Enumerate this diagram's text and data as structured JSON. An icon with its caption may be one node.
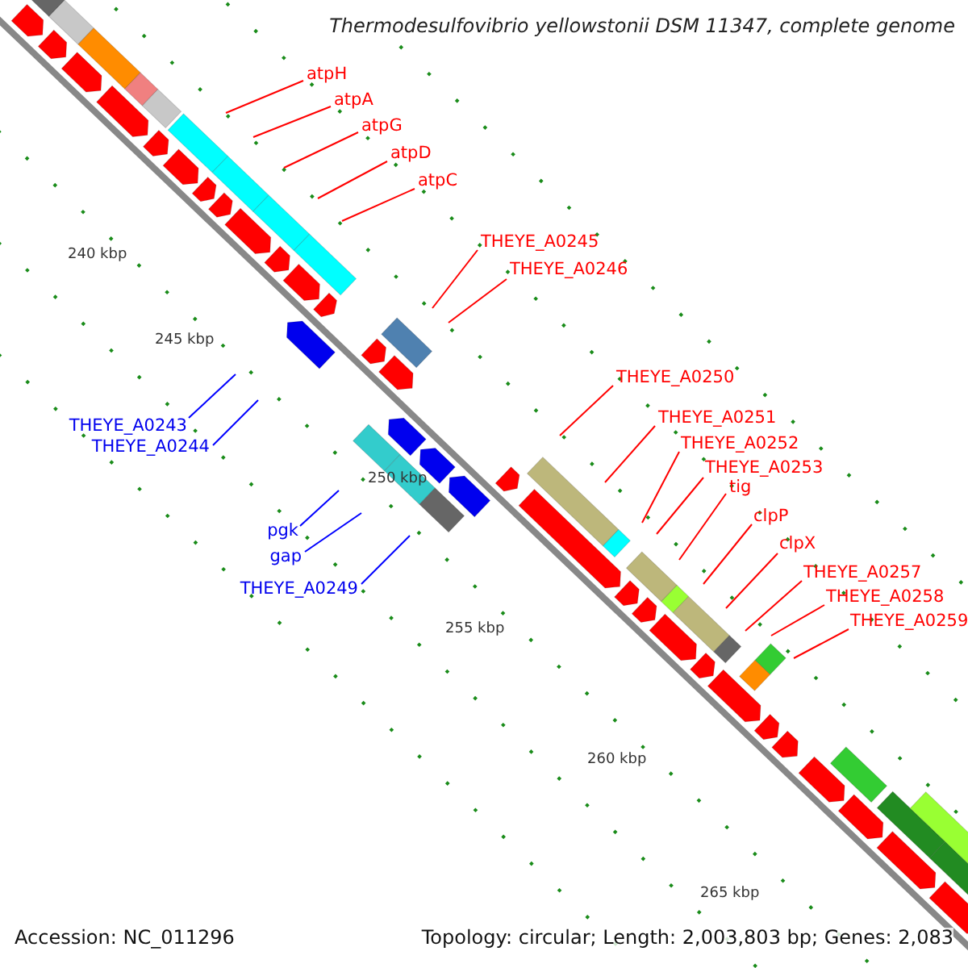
{
  "diagram": {
    "title": "Thermodesulfovibrio yellowstonii DSM 11347, complete genome",
    "nodes": [
      {
        "text": [
          "atpH"
        ]
      },
      {
        "text": [
          "atpA"
        ]
      },
      {
        "text": [
          "atpG"
        ]
      },
      {
        "text": [
          "atpD"
        ]
      },
      {
        "text": [
          "atpC"
        ]
      },
      {
        "text": [
          "THEYE_A0245"
        ]
      },
      {
        "text": [
          "THEYE_A0246"
        ]
      },
      {
        "text": [
          "THEYE_A0243"
        ]
      },
      {
        "text": [
          "THEYE_A0244"
        ]
      },
      {
        "text": [
          "THEYE_A0250"
        ]
      },
      {
        "text": [
          "THEYE_A0251"
        ]
      },
      {
        "text": [
          "THEYE_A0252"
        ]
      },
      {
        "text": [
          "THEYE_A0253"
        ]
      },
      {
        "text": [
          "tig"
        ]
      },
      {
        "text": [
          "clpP"
        ]
      },
      {
        "text": [
          "clpX"
        ]
      },
      {
        "text": [
          "THEYE_A0257"
        ]
      },
      {
        "text": [
          "THEYE_A0258"
        ]
      },
      {
        "text": [
          "THEYE_A0259"
        ]
      },
      {
        "text": [
          "pgk"
        ]
      },
      {
        "text": [
          "gap"
        ]
      },
      {
        "text": [
          "THEYE_A0249"
        ]
      }
    ],
    "edges": [
      {
        "from": 0,
        "to": null,
        "arrow": "none"
      },
      {
        "from": 1,
        "to": null,
        "arrow": "none"
      },
      {
        "from": 2,
        "to": null,
        "arrow": "none"
      },
      {
        "from": 3,
        "to": null,
        "arrow": "none"
      },
      {
        "from": 4,
        "to": null,
        "arrow": "none"
      },
      {
        "from": 5,
        "to": null,
        "arrow": "none"
      },
      {
        "from": 6,
        "to": null,
        "arrow": "none"
      },
      {
        "from": 7,
        "to": null,
        "arrow": "none",
        "color": "#0000ff"
      },
      {
        "from": 8,
        "to": null,
        "arrow": "none",
        "color": "#0000ff"
      },
      {
        "from": 9,
        "to": null,
        "arrow": "none"
      },
      {
        "from": 10,
        "to": null,
        "arrow": "none"
      },
      {
        "from": 11,
        "to": null,
        "arrow": "none"
      },
      {
        "from": 12,
        "to": null,
        "arrow": "none"
      },
      {
        "from": 13,
        "to": null,
        "arrow": "none"
      },
      {
        "from": 14,
        "to": null,
        "arrow": "none"
      },
      {
        "from": 15,
        "to": null,
        "arrow": "none"
      },
      {
        "from": 16,
        "to": null,
        "arrow": "none"
      },
      {
        "from": 17,
        "to": null,
        "arrow": "none"
      },
      {
        "from": 18,
        "to": null,
        "arrow": "none"
      },
      {
        "from": 19,
        "to": null,
        "arrow": "none",
        "color": "#0000ff"
      },
      {
        "from": 20,
        "to": null,
        "arrow": "none",
        "color": "#0000ff"
      },
      {
        "from": 21,
        "to": null,
        "arrow": "none",
        "color": "#0000ff"
      }
    ],
    "labels": [
      "240 kbp",
      "245 kbp",
      "250 kbp",
      "255 kbp",
      "260 kbp",
      "265 kbp",
      "Accession: NC_011296",
      "Topology: circular; Length: 2,003,803 bp; Genes: 2,083"
    ]
  }
}
